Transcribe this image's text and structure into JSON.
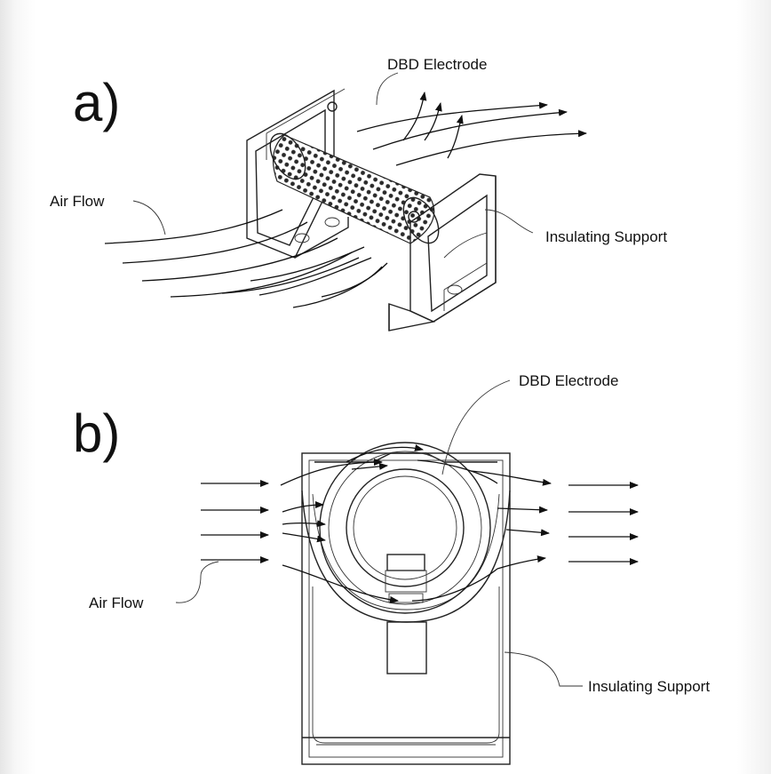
{
  "panels": [
    {
      "id": "a",
      "letter": "a)",
      "labels": {
        "electrode": "DBD Electrode",
        "air_flow": "Air Flow",
        "support": "Insulating Support"
      }
    },
    {
      "id": "b",
      "letter": "b)",
      "labels": {
        "electrode": "DBD Electrode",
        "air_flow": "Air Flow",
        "support": "Insulating Support"
      }
    }
  ],
  "colors": {
    "line": "#222222",
    "background": "#ffffff"
  }
}
